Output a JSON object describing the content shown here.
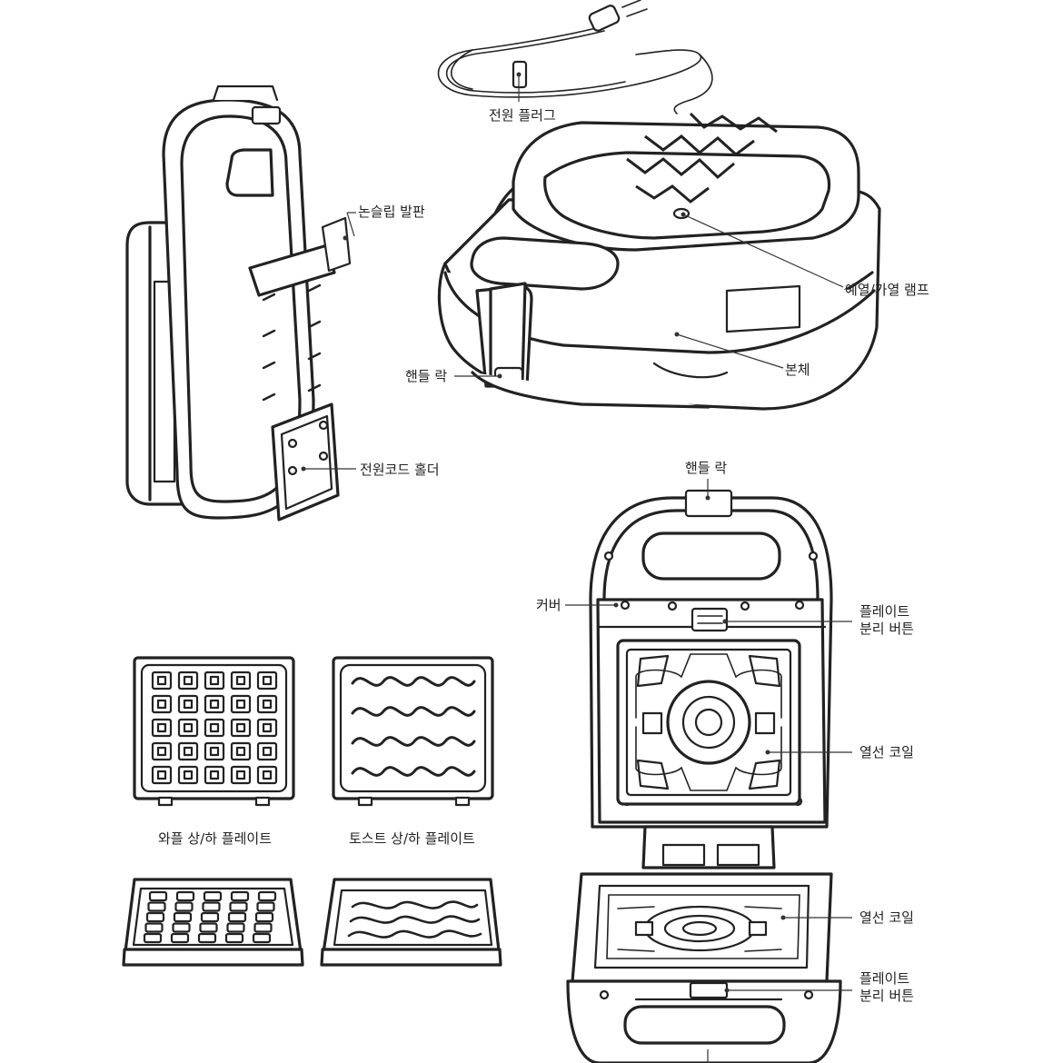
{
  "labels": {
    "power_plug": "전원 플러그",
    "nonslip_foot": "논슬립 발판",
    "preheat_lamp": "예열/가열 램프",
    "handle_lock_closed": "핸들 락",
    "body": "본체",
    "cord_holder": "전원코드 홀더",
    "handle_lock_open": "핸들 락",
    "cover": "커버",
    "plate_release_top_line1": "플레이트",
    "plate_release_top_line2": "분리 버튼",
    "heating_coil_top": "열선 코일",
    "heating_coil_bottom": "열선 코일",
    "plate_release_bottom_line1": "플레이트",
    "plate_release_bottom_line2": "분리 버튼",
    "waffle_plates": "와플 상/하 플레이트",
    "toast_plates": "토스트 상/하 플레이트"
  }
}
